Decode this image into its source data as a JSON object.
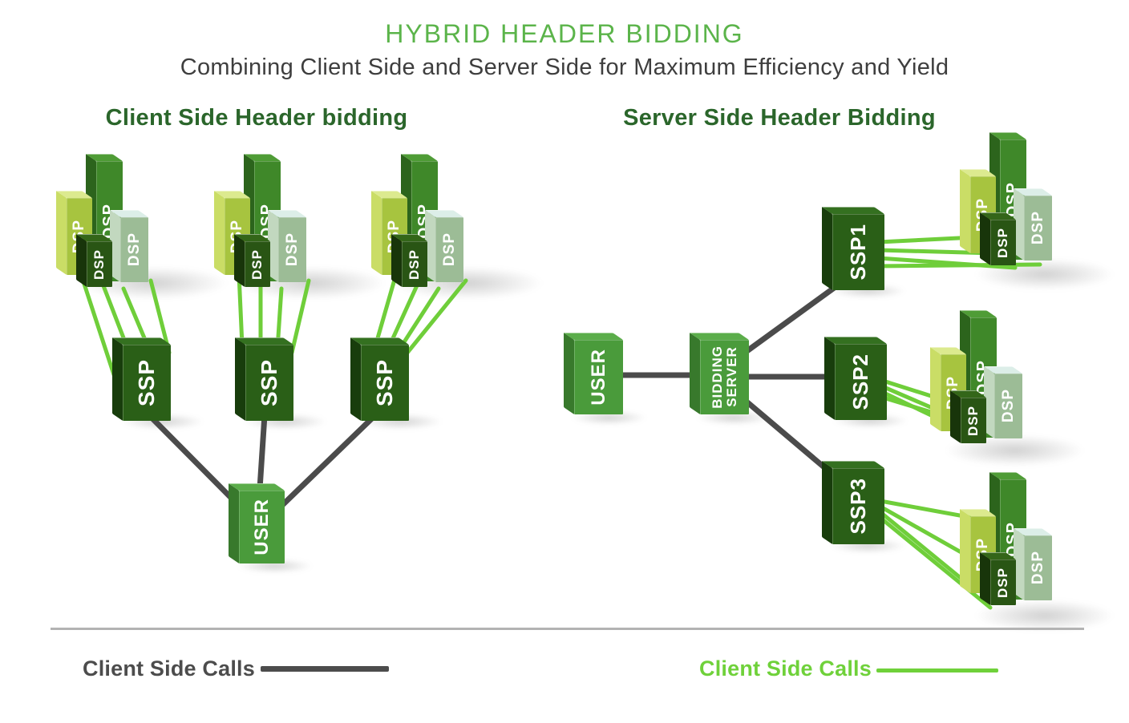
{
  "title": "HYBRID HEADER BIDDING",
  "subtitle": "Combining Client Side and Server Side for Maximum Efficiency and Yield",
  "left_section": {
    "heading": "Client Side Header bidding",
    "user_label": "USER",
    "ssp_label": "SSP",
    "dsp_label": "DSP"
  },
  "right_section": {
    "heading": "Server Side Header Bidding",
    "user_label": "USER",
    "bidding_server_line1": "BIDDING",
    "bidding_server_line2": "SERVER",
    "ssp1_label": "SSP1",
    "ssp2_label": "SSP2",
    "ssp3_label": "SSP3",
    "dsp_label": "DSP"
  },
  "legend": {
    "left_label": "Client Side Calls",
    "right_label": "Client Side Calls"
  },
  "colors": {
    "title_green": "#5bb44a",
    "heading_green": "#2b662b",
    "subtitle_gray": "#3e3e3e",
    "client_call_line_gray": "#4b4b4b",
    "server_call_line_green": "#6fce3a",
    "legend_right_green": "#6fd13a",
    "box_user_green": "#4a9b3b",
    "box_ssp_dark_green": "#2a5f17",
    "box_dsp_medium_green": "#3f8829",
    "box_dsp_lime": "#a7c43f",
    "box_dsp_dark": "#295514",
    "box_dsp_pale": "#9cbc96"
  }
}
